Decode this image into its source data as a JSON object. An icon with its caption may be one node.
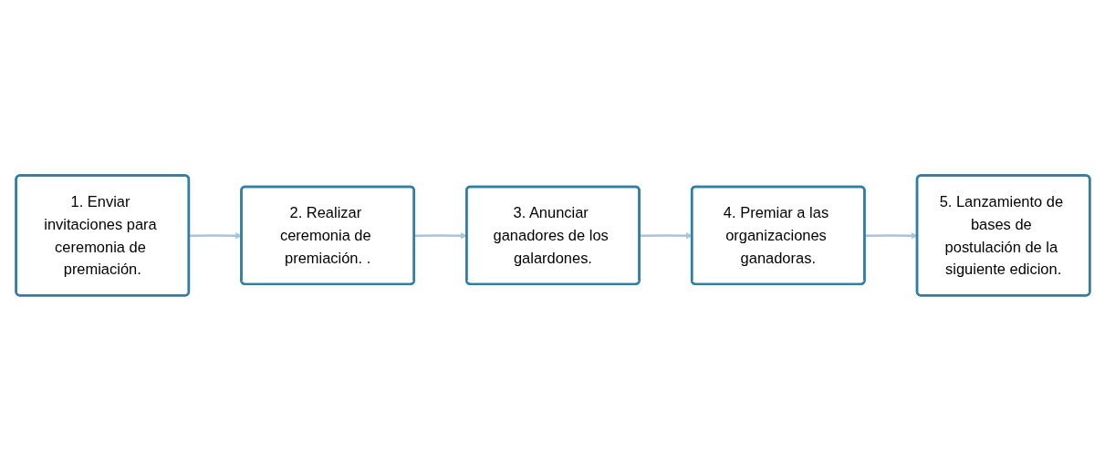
{
  "diagram": {
    "nodes": [
      {
        "text": [
          "1. Enviar invitaciones para ceremonia de premiación."
        ]
      },
      {
        "text": [
          "2. Realizar ceremonia de premiación. ."
        ]
      },
      {
        "text": [
          "3. Anunciar ganadores de los galardones."
        ]
      },
      {
        "text": [
          "4. Premiar a las organizaciones ganadoras."
        ]
      },
      {
        "text": [
          "5. Lanzamiento de bases de postulación de la siguiente edicion."
        ]
      }
    ],
    "edges": [
      {
        "from": 0,
        "to": 1,
        "arrow": "to"
      },
      {
        "from": 1,
        "to": 2,
        "arrow": "to"
      },
      {
        "from": 2,
        "to": 3,
        "arrow": "to"
      },
      {
        "from": 3,
        "to": 4,
        "arrow": "to"
      }
    ]
  }
}
